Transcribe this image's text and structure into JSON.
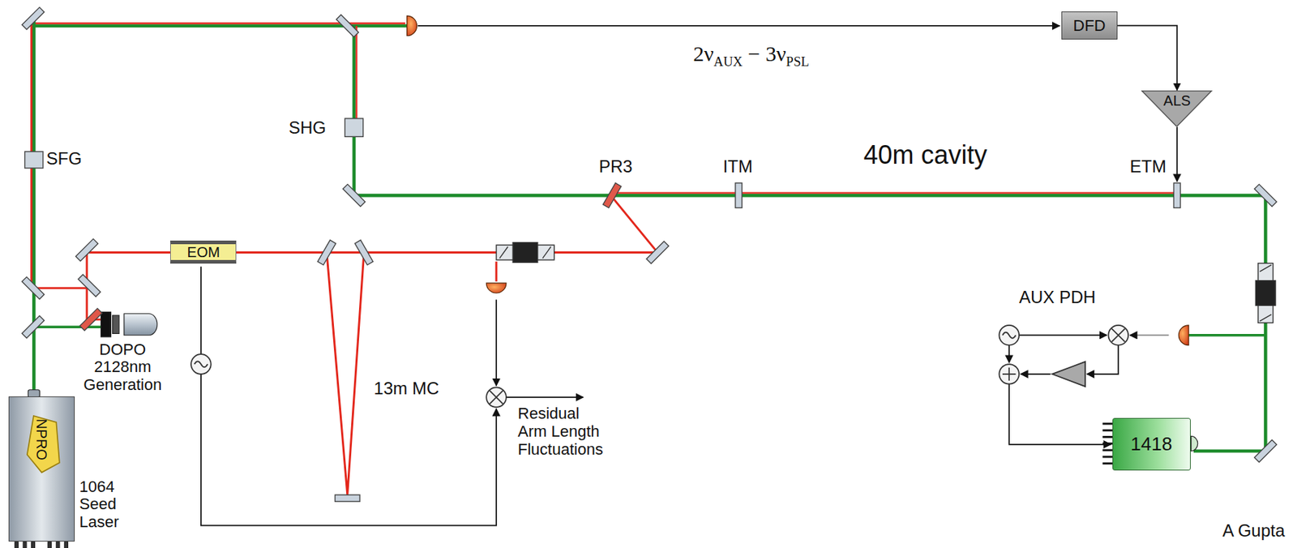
{
  "diagram": {
    "nodes": [
      {
        "text": [
          "DFD"
        ]
      },
      {
        "text": [
          "ALS"
        ]
      },
      {
        "text": [
          "EOM"
        ]
      },
      {
        "text": [
          "1418"
        ]
      },
      {
        "text": [
          "NPRO"
        ]
      }
    ],
    "edges": [
      {
        "from": 0,
        "to": 1,
        "arrow": "to"
      }
    ],
    "labels": [
      "2νAUX − 3νPSL",
      "SHG",
      "SFG",
      "PR3",
      "ITM",
      "40m cavity",
      "ETM",
      "AUX PDH",
      "DOPO 2128nm Generation",
      "13m MC",
      "Residual Arm Length Fluctuations",
      "1064 Seed Laser",
      "A Gupta"
    ]
  }
}
